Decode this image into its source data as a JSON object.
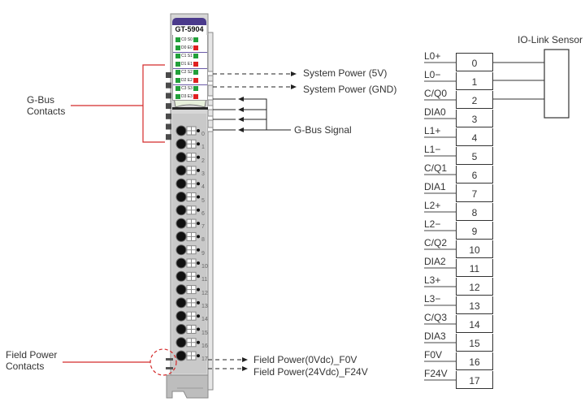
{
  "module": {
    "model": "GT-5904",
    "led_rows": [
      {
        "left_label": "C0",
        "right_label": "S0",
        "left_color": "#22a03a",
        "right_color": "#22a03a"
      },
      {
        "left_label": "D0",
        "right_label": "E0",
        "left_color": "#22a03a",
        "right_color": "#e02020"
      },
      {
        "left_label": "C1",
        "right_label": "S1",
        "left_color": "#22a03a",
        "right_color": "#22a03a"
      },
      {
        "left_label": "D1",
        "right_label": "E1",
        "left_color": "#22a03a",
        "right_color": "#e02020"
      },
      {
        "left_label": "C2",
        "right_label": "S2",
        "left_color": "#22a03a",
        "right_color": "#22a03a"
      },
      {
        "left_label": "D2",
        "right_label": "E2",
        "left_color": "#22a03a",
        "right_color": "#e02020"
      },
      {
        "left_label": "C3",
        "right_label": "S3",
        "left_color": "#22a03a",
        "right_color": "#22a03a"
      },
      {
        "left_label": "D3",
        "right_label": "E3",
        "left_color": "#22a03a",
        "right_color": "#e02020"
      }
    ],
    "pin_numbers": [
      "0",
      "1",
      "2",
      "3",
      "4",
      "5",
      "6",
      "7",
      "8",
      "9",
      "10",
      "11",
      "12",
      "13",
      "14",
      "15",
      "16",
      "17"
    ]
  },
  "callouts": {
    "gbus_contacts": [
      "G-Bus",
      "Contacts"
    ],
    "field_power_contacts": [
      "Field Power",
      "Contacts"
    ],
    "system_power_5v": "System Power (5V)",
    "system_power_gnd": "System Power (GND)",
    "gbus_signal": "G-Bus Signal",
    "field_power_0v": "Field Power(0Vdc)_F0V",
    "field_power_24v": "Field Power(24Vdc)_F24V"
  },
  "wiring": {
    "sensor_label": "IO-Link Sensor",
    "terminals": [
      {
        "pin": "0",
        "signal": "L0+"
      },
      {
        "pin": "1",
        "signal": "L0−"
      },
      {
        "pin": "2",
        "signal": "C/Q0"
      },
      {
        "pin": "3",
        "signal": "DIA0"
      },
      {
        "pin": "4",
        "signal": "L1+"
      },
      {
        "pin": "5",
        "signal": "L1−"
      },
      {
        "pin": "6",
        "signal": "C/Q1"
      },
      {
        "pin": "7",
        "signal": "DIA1"
      },
      {
        "pin": "8",
        "signal": "L2+"
      },
      {
        "pin": "9",
        "signal": "L2−"
      },
      {
        "pin": "10",
        "signal": "C/Q2"
      },
      {
        "pin": "11",
        "signal": "DIA2"
      },
      {
        "pin": "12",
        "signal": "L3+"
      },
      {
        "pin": "13",
        "signal": "L3−"
      },
      {
        "pin": "14",
        "signal": "C/Q3"
      },
      {
        "pin": "15",
        "signal": "DIA3"
      },
      {
        "pin": "16",
        "signal": "F0V"
      },
      {
        "pin": "17",
        "signal": "F24V"
      }
    ]
  },
  "colors": {
    "callout_red": "#d42a2a",
    "header_purple": "#4b3a8c",
    "led_green": "#22a03a",
    "led_red": "#e02020"
  }
}
